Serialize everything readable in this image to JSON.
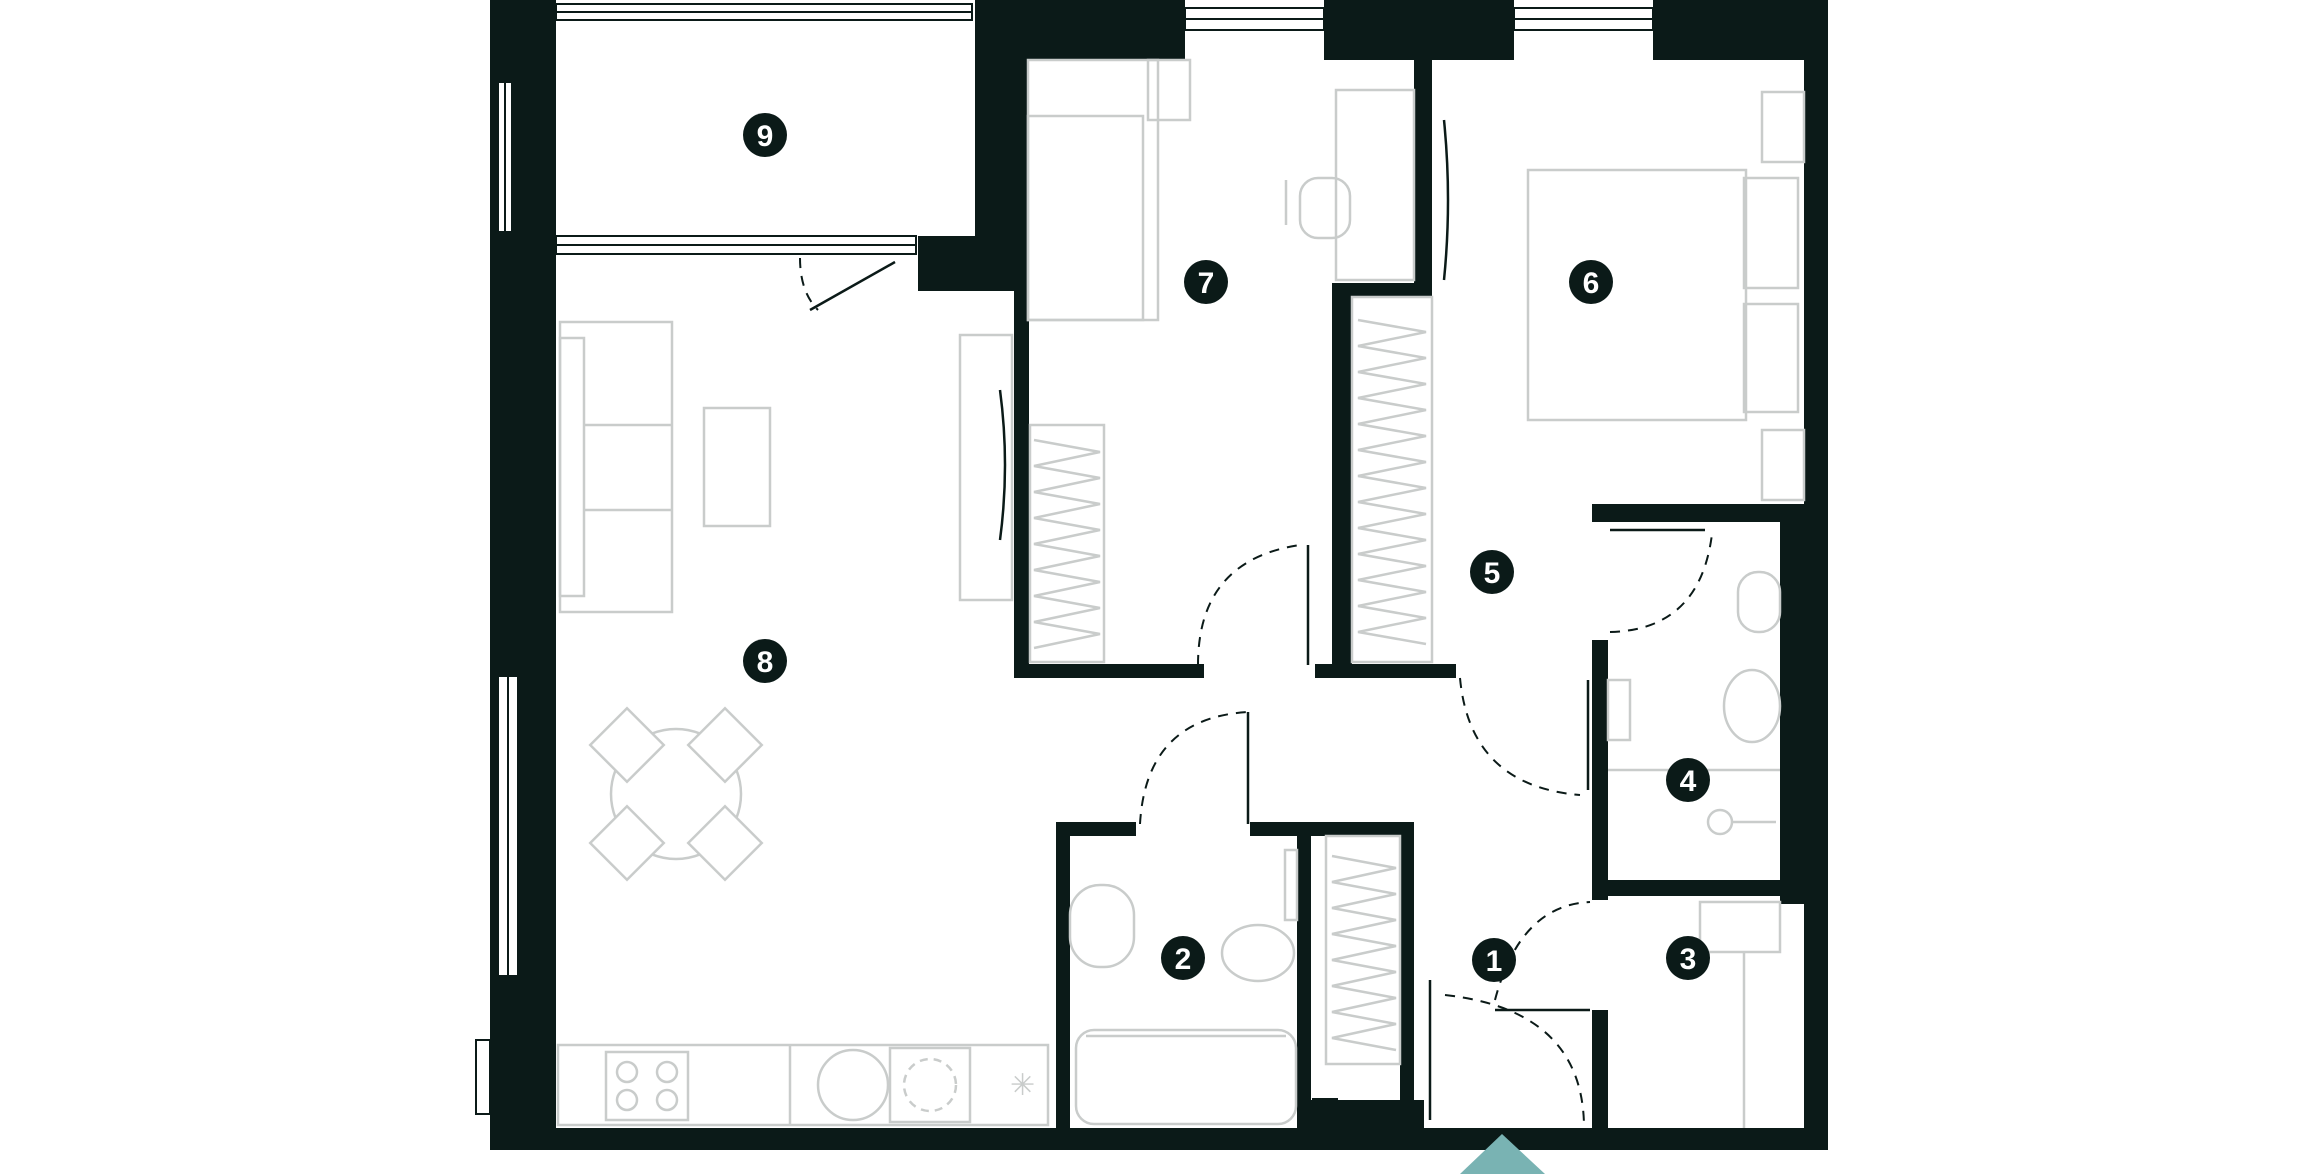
{
  "colors": {
    "wall": "#0b1a18",
    "furniture": "#c9cccb",
    "entrance_marker": "#79b3b3",
    "background": "#ffffff"
  },
  "rooms": [
    {
      "id": "room-1",
      "label": "1"
    },
    {
      "id": "room-2",
      "label": "2"
    },
    {
      "id": "room-3",
      "label": "3"
    },
    {
      "id": "room-4",
      "label": "4"
    },
    {
      "id": "room-5",
      "label": "5"
    },
    {
      "id": "room-6",
      "label": "6"
    },
    {
      "id": "room-7",
      "label": "7"
    },
    {
      "id": "room-8",
      "label": "8"
    },
    {
      "id": "room-9",
      "label": "9"
    }
  ],
  "entrance": {
    "icon": "entrance-arrow-icon"
  }
}
